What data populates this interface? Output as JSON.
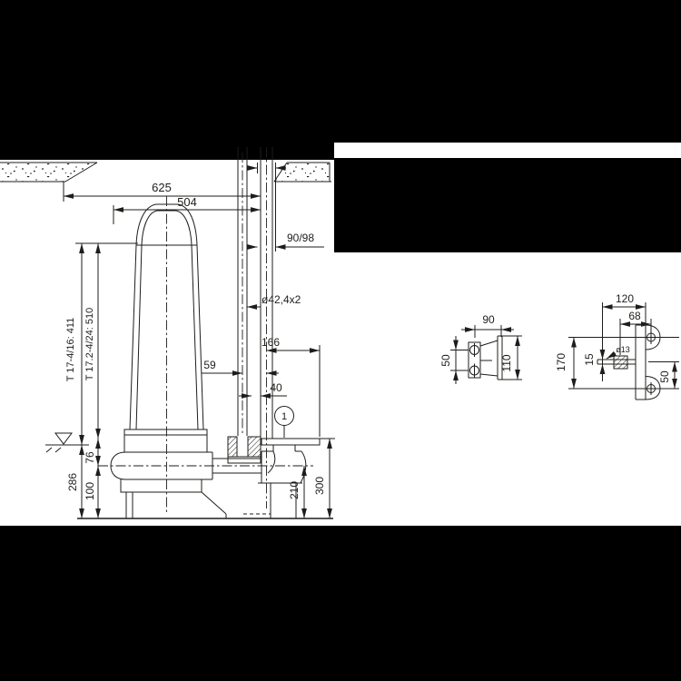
{
  "colors": {
    "background": "#000000",
    "sheet": "#ffffff",
    "ink": "#1d1d1b"
  },
  "main_view": {
    "labels": {
      "d625": "625",
      "d504": "504",
      "d90_98": "90/98",
      "pipe_od": "ø42,4x2",
      "d166": "166",
      "d59": "59",
      "d40": "40",
      "model_height_a": "T 17-4/16: 411",
      "model_height_b": "T 17.2-4/24: 510",
      "d286": "286",
      "d100": "100",
      "d76": "76",
      "d210": "210",
      "d300": "300",
      "callout": "1"
    }
  },
  "bracket_front_view": {
    "d90": "90",
    "d50": "50",
    "d110": "110"
  },
  "bracket_side_view": {
    "d120": "120",
    "d68": "68",
    "d170": "170",
    "d15": "15",
    "d50": "50",
    "hole": "ø13"
  }
}
